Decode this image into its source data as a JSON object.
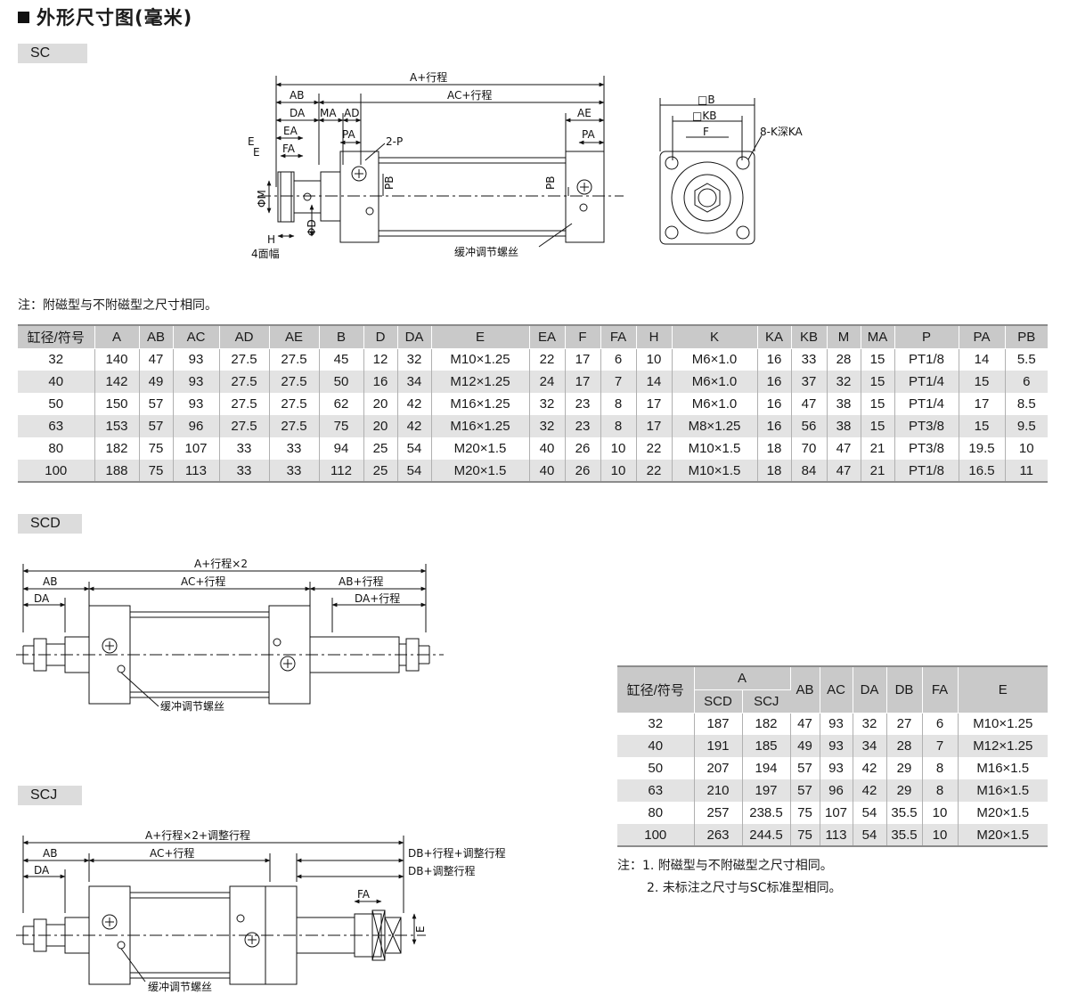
{
  "page": {
    "title": "外形尺寸图(毫米)",
    "sections": {
      "sc": "SC",
      "scd": "SCD",
      "scj": "SCJ"
    }
  },
  "sc_drawing": {
    "labels": {
      "a_stroke": "A+行程",
      "ab": "AB",
      "ac_stroke": "AC+行程",
      "da": "DA",
      "ma": "MA",
      "ad": "AD",
      "ae": "AE",
      "ea": "EA",
      "fa": "FA",
      "pa": "PA",
      "pa2": "PA",
      "two_p": "2-P",
      "e": "E",
      "e2": "E",
      "pb": "PB",
      "pb2": "PB",
      "phi_m": "ΦM",
      "phi_d": "ΦD",
      "h": "H",
      "four_face": "4面幅",
      "cushion": "缓冲调节螺丝"
    },
    "end_view": {
      "b": "□B",
      "kb": "□KB",
      "f": "F",
      "k": "8-K深KA"
    }
  },
  "sc_note": "注：附磁型与不附磁型之尺寸相同。",
  "sc_table": {
    "headers": [
      "缸径/符号",
      "A",
      "AB",
      "AC",
      "AD",
      "AE",
      "B",
      "D",
      "DA",
      "E",
      "EA",
      "F",
      "FA",
      "H",
      "K",
      "KA",
      "KB",
      "M",
      "MA",
      "P",
      "PA",
      "PB"
    ],
    "rows": [
      [
        "32",
        "140",
        "47",
        "93",
        "27.5",
        "27.5",
        "45",
        "12",
        "32",
        "M10×1.25",
        "22",
        "17",
        "6",
        "10",
        "M6×1.0",
        "16",
        "33",
        "28",
        "15",
        "PT1/8",
        "14",
        "5.5"
      ],
      [
        "40",
        "142",
        "49",
        "93",
        "27.5",
        "27.5",
        "50",
        "16",
        "34",
        "M12×1.25",
        "24",
        "17",
        "7",
        "14",
        "M6×1.0",
        "16",
        "37",
        "32",
        "15",
        "PT1/4",
        "15",
        "6"
      ],
      [
        "50",
        "150",
        "57",
        "93",
        "27.5",
        "27.5",
        "62",
        "20",
        "42",
        "M16×1.25",
        "32",
        "23",
        "8",
        "17",
        "M6×1.0",
        "16",
        "47",
        "38",
        "15",
        "PT1/4",
        "17",
        "8.5"
      ],
      [
        "63",
        "153",
        "57",
        "96",
        "27.5",
        "27.5",
        "75",
        "20",
        "42",
        "M16×1.25",
        "32",
        "23",
        "8",
        "17",
        "M8×1.25",
        "16",
        "56",
        "38",
        "15",
        "PT3/8",
        "15",
        "9.5"
      ],
      [
        "80",
        "182",
        "75",
        "107",
        "33",
        "33",
        "94",
        "25",
        "54",
        "M20×1.5",
        "40",
        "26",
        "10",
        "22",
        "M10×1.5",
        "18",
        "70",
        "47",
        "21",
        "PT3/8",
        "19.5",
        "10"
      ],
      [
        "100",
        "188",
        "75",
        "113",
        "33",
        "33",
        "112",
        "25",
        "54",
        "M20×1.5",
        "40",
        "26",
        "10",
        "22",
        "M10×1.5",
        "18",
        "84",
        "47",
        "21",
        "PT1/8",
        "16.5",
        "11"
      ]
    ]
  },
  "scd_drawing": {
    "labels": {
      "a_stroke2": "A+行程×2",
      "ab": "AB",
      "ac_stroke": "AC+行程",
      "ab_stroke": "AB+行程",
      "da": "DA",
      "da_stroke": "DA+行程",
      "cushion": "缓冲调节螺丝"
    }
  },
  "scj_drawing": {
    "labels": {
      "a_stroke2_adj": "A+行程×2+调整行程",
      "ab": "AB",
      "ac_stroke": "AC+行程",
      "da": "DA",
      "db_stroke_adj": "DB+行程+调整行程",
      "db_adj": "DB+调整行程",
      "fa": "FA",
      "e": "E",
      "cushion": "缓冲调节螺丝"
    }
  },
  "scd_table": {
    "header_left": "缸径/符号",
    "header_a": "A",
    "sub_headers": [
      "SCD",
      "SCJ"
    ],
    "headers_right": [
      "AB",
      "AC",
      "DA",
      "DB",
      "FA",
      "E"
    ],
    "rows": [
      [
        "32",
        "187",
        "182",
        "47",
        "93",
        "32",
        "27",
        "6",
        "M10×1.25"
      ],
      [
        "40",
        "191",
        "185",
        "49",
        "93",
        "34",
        "28",
        "7",
        "M12×1.25"
      ],
      [
        "50",
        "207",
        "194",
        "57",
        "93",
        "42",
        "29",
        "8",
        "M16×1.5"
      ],
      [
        "63",
        "210",
        "197",
        "57",
        "96",
        "42",
        "29",
        "8",
        "M16×1.5"
      ],
      [
        "80",
        "257",
        "238.5",
        "75",
        "107",
        "54",
        "35.5",
        "10",
        "M20×1.5"
      ],
      [
        "100",
        "263",
        "244.5",
        "75",
        "113",
        "54",
        "35.5",
        "10",
        "M20×1.5"
      ]
    ]
  },
  "scd_notes": {
    "line1": "注：1. 附磁型与不附磁型之尺寸相同。",
    "line2": "2. 未标注之尺寸与SC标准型相同。"
  }
}
